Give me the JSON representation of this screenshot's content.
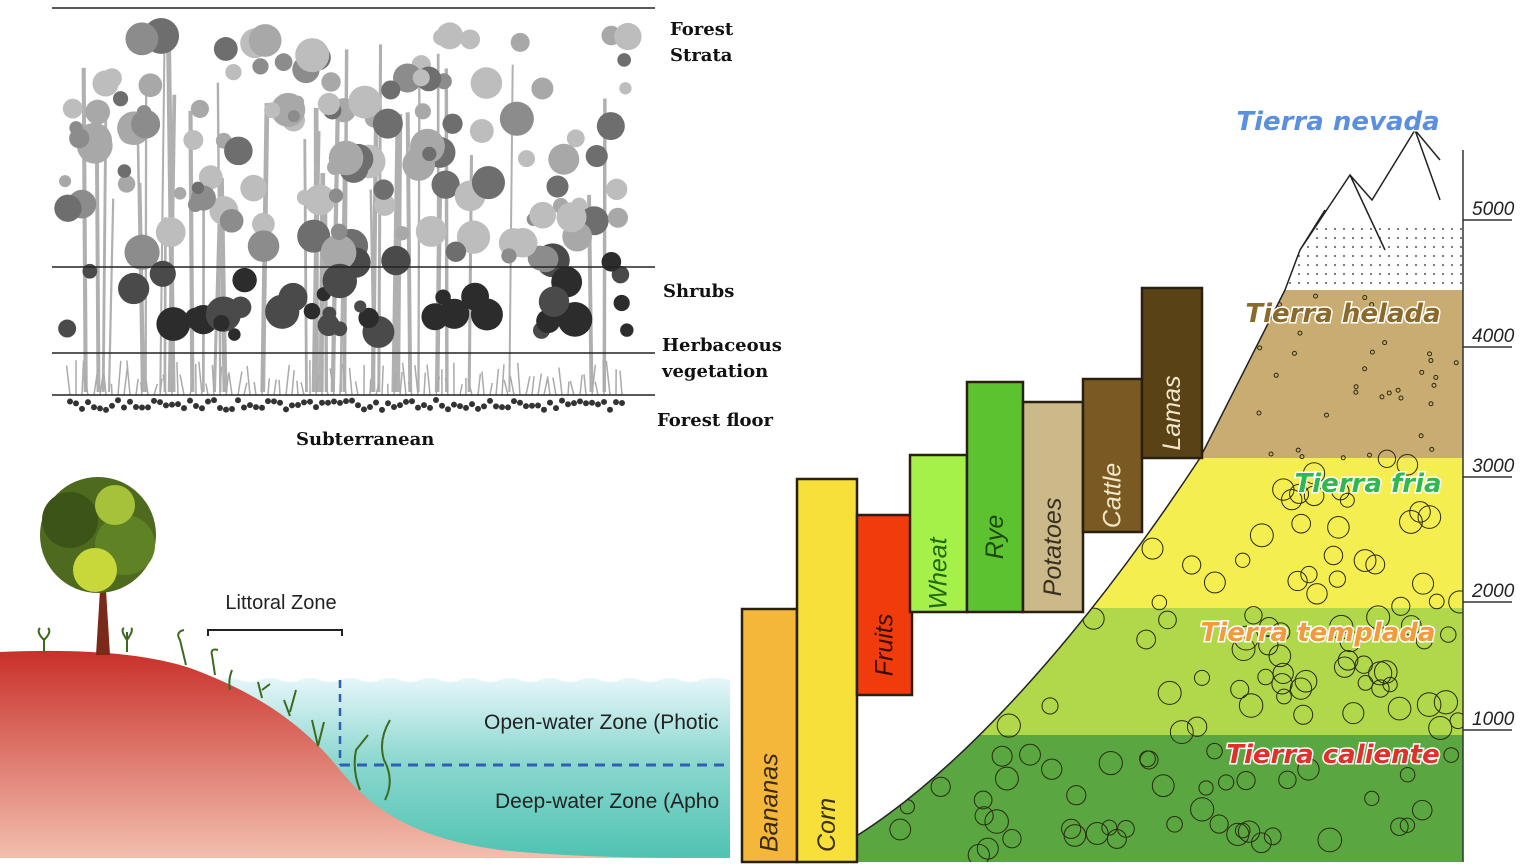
{
  "forest": {
    "strata_title": [
      "Forest",
      "Strata"
    ],
    "layers": [
      "Shrubs",
      "Herbaceous",
      "vegetation",
      "Forest floor"
    ],
    "bottom_label": "Subterranean"
  },
  "lake": {
    "littoral_label": "Littoral Zone",
    "open_water_label": "Open-water Zone (Photic",
    "deep_water_label": "Deep-water Zone (Apho",
    "colors": {
      "land_top": "#c9302a",
      "land_bottom": "#f2bfae",
      "water_top": "#e6f6fa",
      "water_bottom": "#4fc3b2",
      "dash": "#2e5fb0"
    }
  },
  "altitude": {
    "products": [
      {
        "label": "Bananas",
        "color": "#f4b73a",
        "text_color": "#3a2a10"
      },
      {
        "label": "Corn",
        "color": "#f7e03a",
        "text_color": "#3a3010"
      },
      {
        "label": "Fruits",
        "color": "#f03c0c",
        "text_color": "#3a0a00"
      },
      {
        "label": "Wheat",
        "color": "#a6f04a",
        "text_color": "#1e6a12"
      },
      {
        "label": "Rye",
        "color": "#5dc22f",
        "text_color": "#1e4a10"
      },
      {
        "label": "Potatoes",
        "color": "#cbb98a",
        "text_color": "#3a3020"
      },
      {
        "label": "Cattle",
        "color": "#7a5a22",
        "text_color": "#f0e6c8"
      },
      {
        "label": "Lamas",
        "color": "#5a4217",
        "text_color": "#f0e6c8"
      }
    ],
    "zones": [
      {
        "label": "Tierra nevada",
        "color": "#5b8fe0",
        "fill": "#ffffff"
      },
      {
        "label": "Tierra helada",
        "color": "#8a6a2a",
        "fill": "#c8ac72"
      },
      {
        "label": "Tierra fria",
        "color": "#2fb84f",
        "fill": "#f4ee50"
      },
      {
        "label": "Tierra templada",
        "color": "#f39a3c",
        "fill": "#b0d84a"
      },
      {
        "label": "Tierra caliente",
        "color": "#e0302a",
        "fill": "#5aa640"
      }
    ],
    "ticks": [
      "5000",
      "4000",
      "3000",
      "2000",
      "1000"
    ]
  }
}
